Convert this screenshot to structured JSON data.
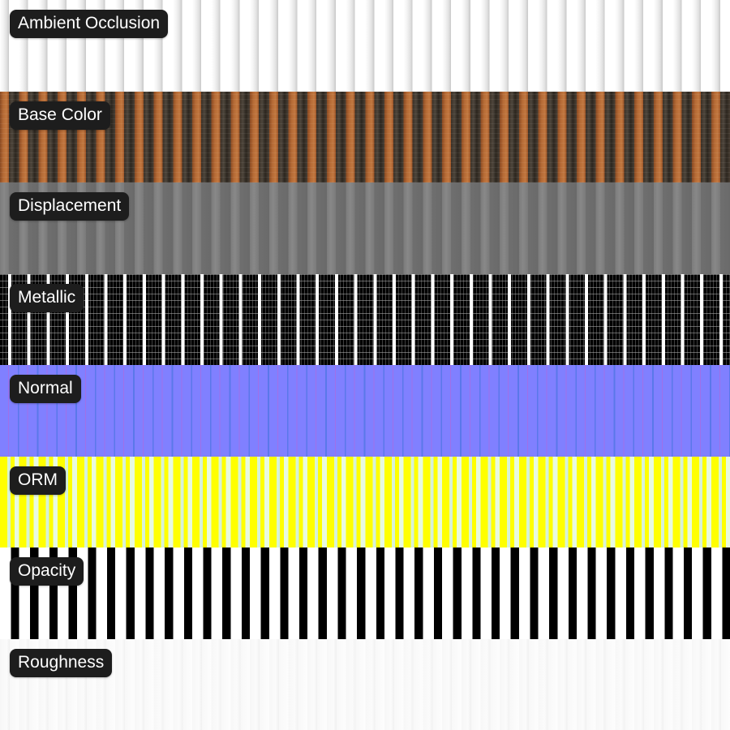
{
  "maps": [
    {
      "label": "Ambient Occlusion",
      "kind": "ao"
    },
    {
      "label": "Base Color",
      "kind": "base"
    },
    {
      "label": "Displacement",
      "kind": "disp"
    },
    {
      "label": "Metallic",
      "kind": "metal"
    },
    {
      "label": "Normal",
      "kind": "normal"
    },
    {
      "label": "ORM",
      "kind": "orm"
    },
    {
      "label": "Opacity",
      "kind": "opacity"
    },
    {
      "label": "Roughness",
      "kind": "rough"
    }
  ],
  "colors": {
    "label_background": "#1d1d1d",
    "label_text": "#ffffff",
    "normal_base": "#8080ff",
    "orm_base": "#ffff00"
  }
}
